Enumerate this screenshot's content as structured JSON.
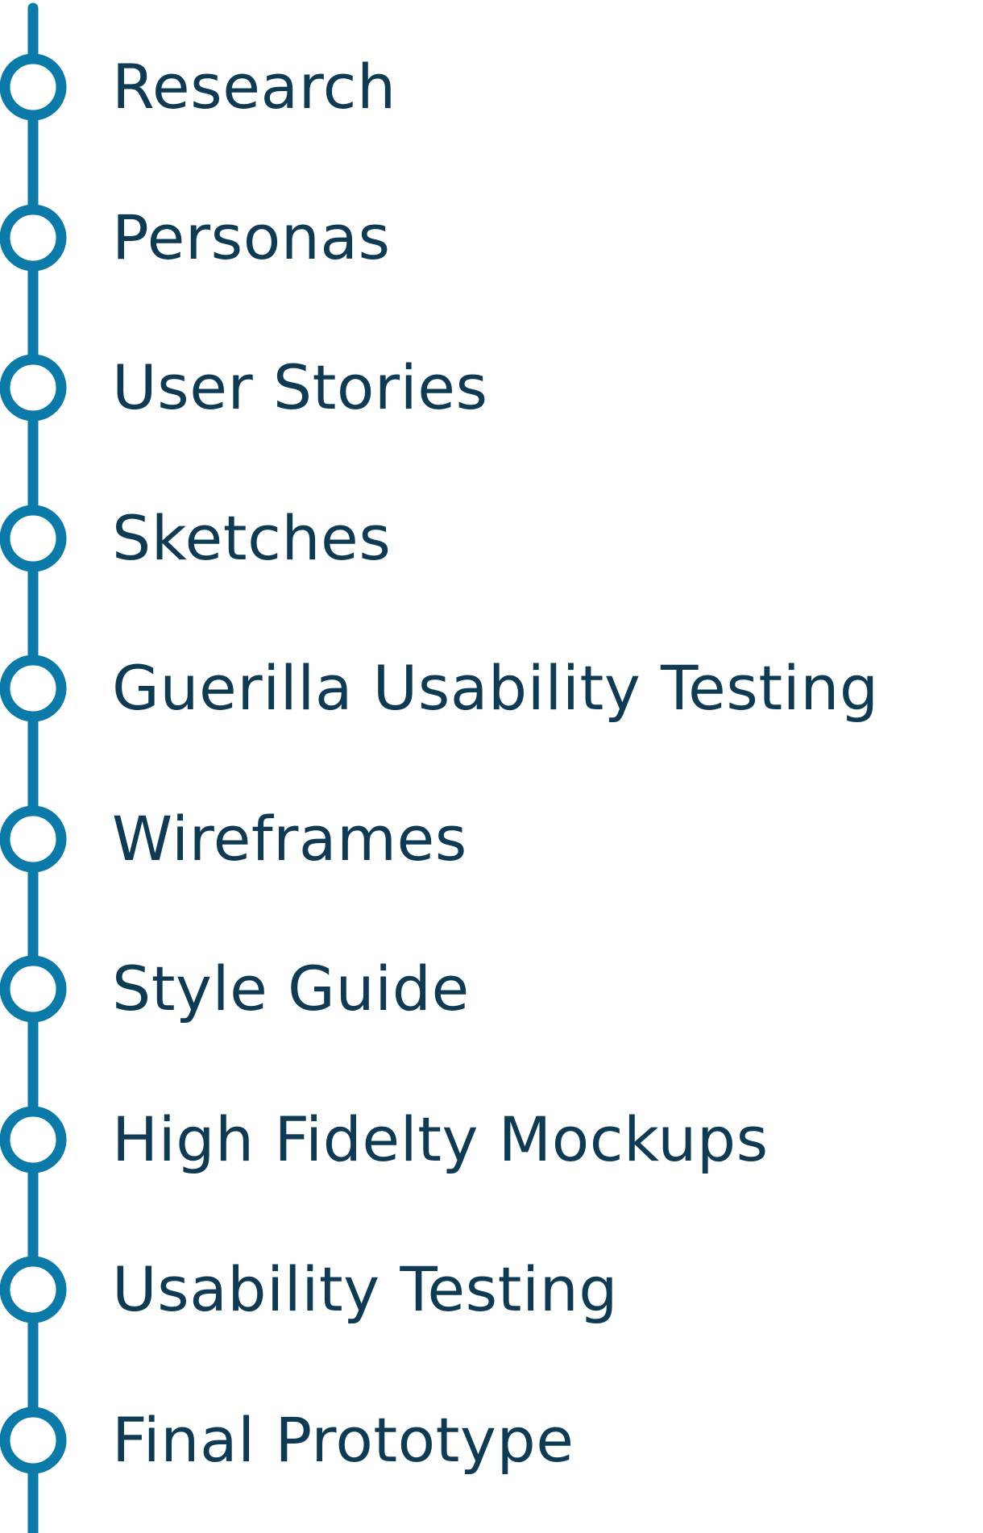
{
  "colors": {
    "line": "#0b7aa8",
    "node_fill": "#ffffff",
    "text": "#0f3a54"
  },
  "steps": [
    {
      "label": "Research",
      "icon": "circle-node"
    },
    {
      "label": "Personas",
      "icon": "circle-node"
    },
    {
      "label": "User Stories",
      "icon": "circle-node"
    },
    {
      "label": "Sketches",
      "icon": "circle-node"
    },
    {
      "label": "Guerilla Usability Testing",
      "icon": "circle-node"
    },
    {
      "label": "Wireframes",
      "icon": "circle-node"
    },
    {
      "label": "Style Guide",
      "icon": "circle-node"
    },
    {
      "label": "High Fidelty Mockups",
      "icon": "circle-node"
    },
    {
      "label": "Usability Testing",
      "icon": "circle-node"
    },
    {
      "label": "Final Prototype",
      "icon": "circle-node"
    }
  ]
}
